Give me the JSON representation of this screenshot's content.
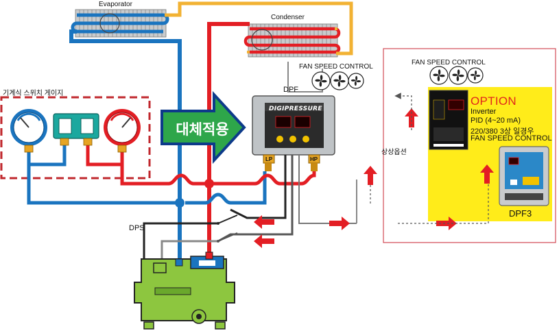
{
  "labels": {
    "evaporator": "Evaporator",
    "condenser": "Condenser",
    "fan_speed_control_top": "FAN SPEED CONTROL",
    "fan_speed_control_option": "FAN SPEED CONTROL",
    "mechanical_switch_gauge": "기계식 스위치 게이지",
    "replacement": "대체적용",
    "dpf": "DPF",
    "dps": "DPS",
    "option_selection": "상상옵션",
    "dpf3": "DPF3"
  },
  "dpf_device": {
    "brand": "DIGIPRESSURE",
    "lp_port": "LP",
    "hp_port": "HP"
  },
  "option_panel": {
    "title": "OPTION",
    "lines": [
      "Inverter",
      "PID (4~20 mA)",
      "220/380 3상 일경우",
      "FAN SPEED CONTROL"
    ]
  },
  "colors": {
    "refrigerant_low": "#1a74bf",
    "refrigerant_high": "#e31e24",
    "condenser_line": "#f2b233",
    "compressor": "#8dc63f",
    "option_panel_bg": "#ffec1a",
    "replacement_arrow": "#2ea64a",
    "dashed_border": "#c0272d"
  }
}
